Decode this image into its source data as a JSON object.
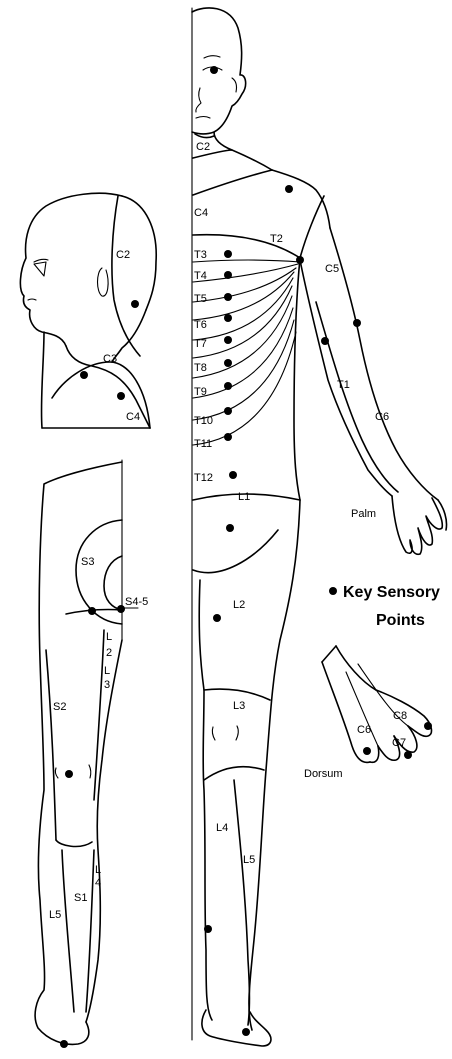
{
  "dermatome_labels": {
    "face_c2": "C2",
    "c4": "C4",
    "t2": "T2",
    "c5": "C5",
    "t3": "T3",
    "t4": "T4",
    "t5": "T5",
    "t6": "T6",
    "t7": "T7",
    "t8": "T8",
    "t9": "T9",
    "t10": "T10",
    "t11": "T11",
    "t12": "T12",
    "t1": "T1",
    "c6": "C6",
    "l1": "L1",
    "l2": "L2",
    "l3": "L3",
    "l4": "L4",
    "l5": "L5",
    "head_c2": "C2",
    "head_c3": "C3",
    "head_c4": "C4",
    "back_s3": "S3",
    "back_s45": "S4-5",
    "back_s2": "S2",
    "back_l2_l": "L",
    "back_l2_n": "2",
    "back_l3_l": "L",
    "back_l3_n": "3",
    "back_l4_l": "L",
    "back_l4_n": "4",
    "back_s1": "S1",
    "back_l5": "L5",
    "hand_c6": "C6",
    "hand_c7": "C7",
    "hand_c8": "C8"
  },
  "views": {
    "palm": "Palm",
    "dorsum": "Dorsum"
  },
  "legend": {
    "bullet": "•",
    "line1": "Key Sensory",
    "line2": "Points"
  },
  "colors": {
    "line": "#000000",
    "background": "#ffffff"
  }
}
